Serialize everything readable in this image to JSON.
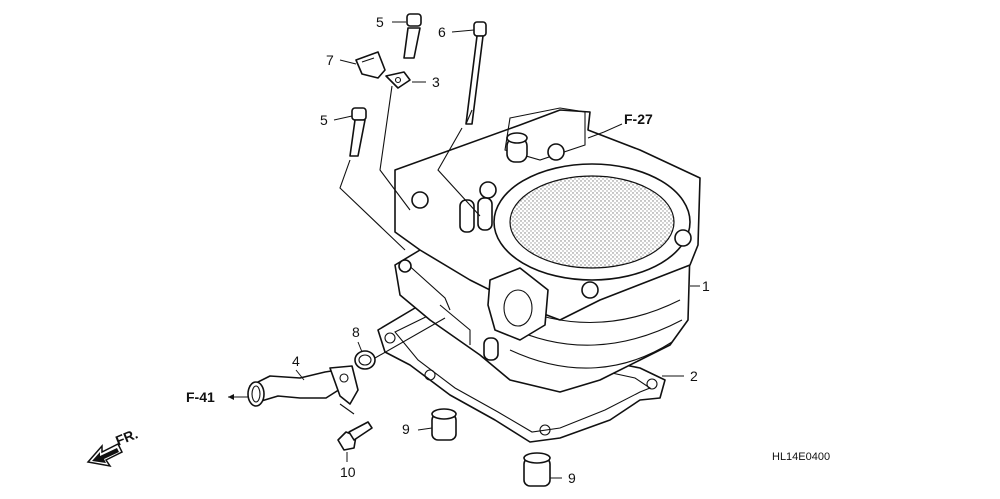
{
  "diagram_code": "HL14E0400",
  "direction_label": "FR.",
  "references": {
    "top": "F-27",
    "left": "F-41"
  },
  "callouts": {
    "c1": "1",
    "c2": "2",
    "c3": "3",
    "c4": "4",
    "c5a": "5",
    "c5b": "5",
    "c6": "6",
    "c7": "7",
    "c8": "8",
    "c9a": "9",
    "c9b": "9",
    "c10": "10"
  }
}
